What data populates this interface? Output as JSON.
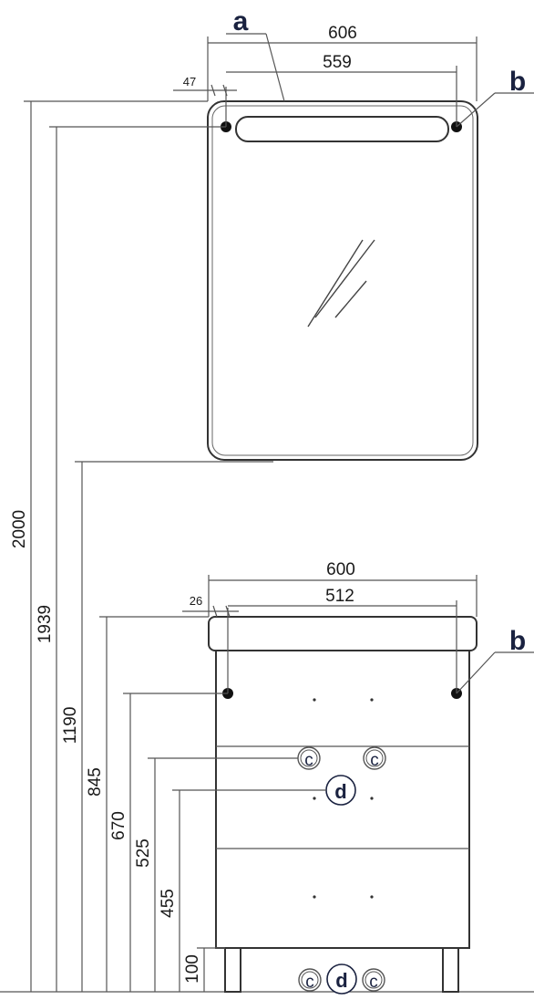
{
  "mirror": {
    "width_outer": "606",
    "width_inner": "559",
    "offset": "47",
    "label_a": "a",
    "label_b": "b"
  },
  "cabinet": {
    "width_outer": "600",
    "width_inner": "512",
    "offset": "26",
    "label_b": "b",
    "label_c": "c",
    "label_d": "d"
  },
  "heights": {
    "h2000": "2000",
    "h1939": "1939",
    "h1190": "1190",
    "h845": "845",
    "h670": "670",
    "h525": "525",
    "h455": "455",
    "h100": "100"
  }
}
